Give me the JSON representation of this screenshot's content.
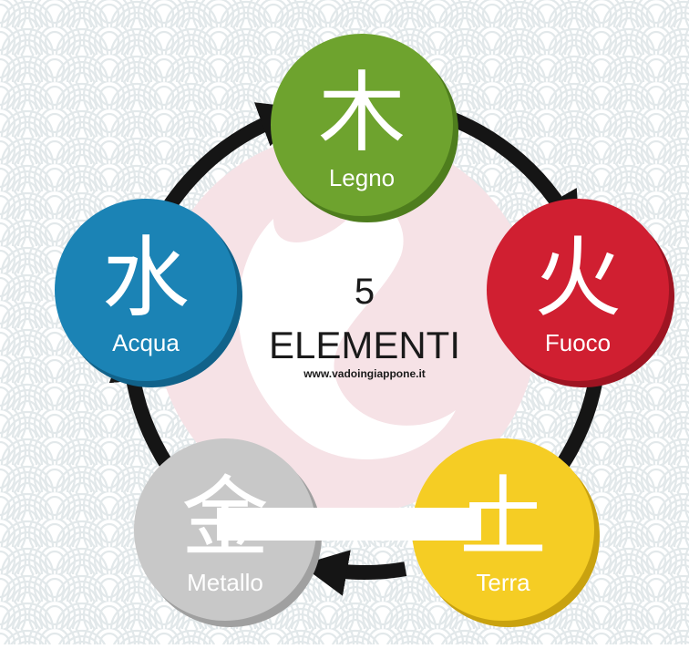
{
  "diagram": {
    "number": "5",
    "title": "ELEMENTI",
    "url": "www.vadoingiappone.it",
    "colors": {
      "background": "#ffffff",
      "wave": "#e2e8ea",
      "center_disc": "#f6e2e6",
      "center_swirl": "#ffffff",
      "ring": "#151515",
      "text": "#1a1a1a"
    },
    "elements": [
      {
        "id": "wood",
        "kanji": "木",
        "name": "Legno",
        "color": "#6ea32e",
        "shade": "#4e7d1d"
      },
      {
        "id": "fire",
        "kanji": "火",
        "name": "Fuoco",
        "color": "#d01f31",
        "shade": "#9e1422"
      },
      {
        "id": "earth",
        "kanji": "土",
        "name": "Terra",
        "color": "#f5cd24",
        "shade": "#c9a20f"
      },
      {
        "id": "metal",
        "kanji": "金",
        "name": "Metallo",
        "color": "#c8c8c8",
        "shade": "#a0a0a0"
      },
      {
        "id": "water",
        "kanji": "水",
        "name": "Acqua",
        "color": "#1b83b5",
        "shade": "#11628a"
      }
    ]
  }
}
